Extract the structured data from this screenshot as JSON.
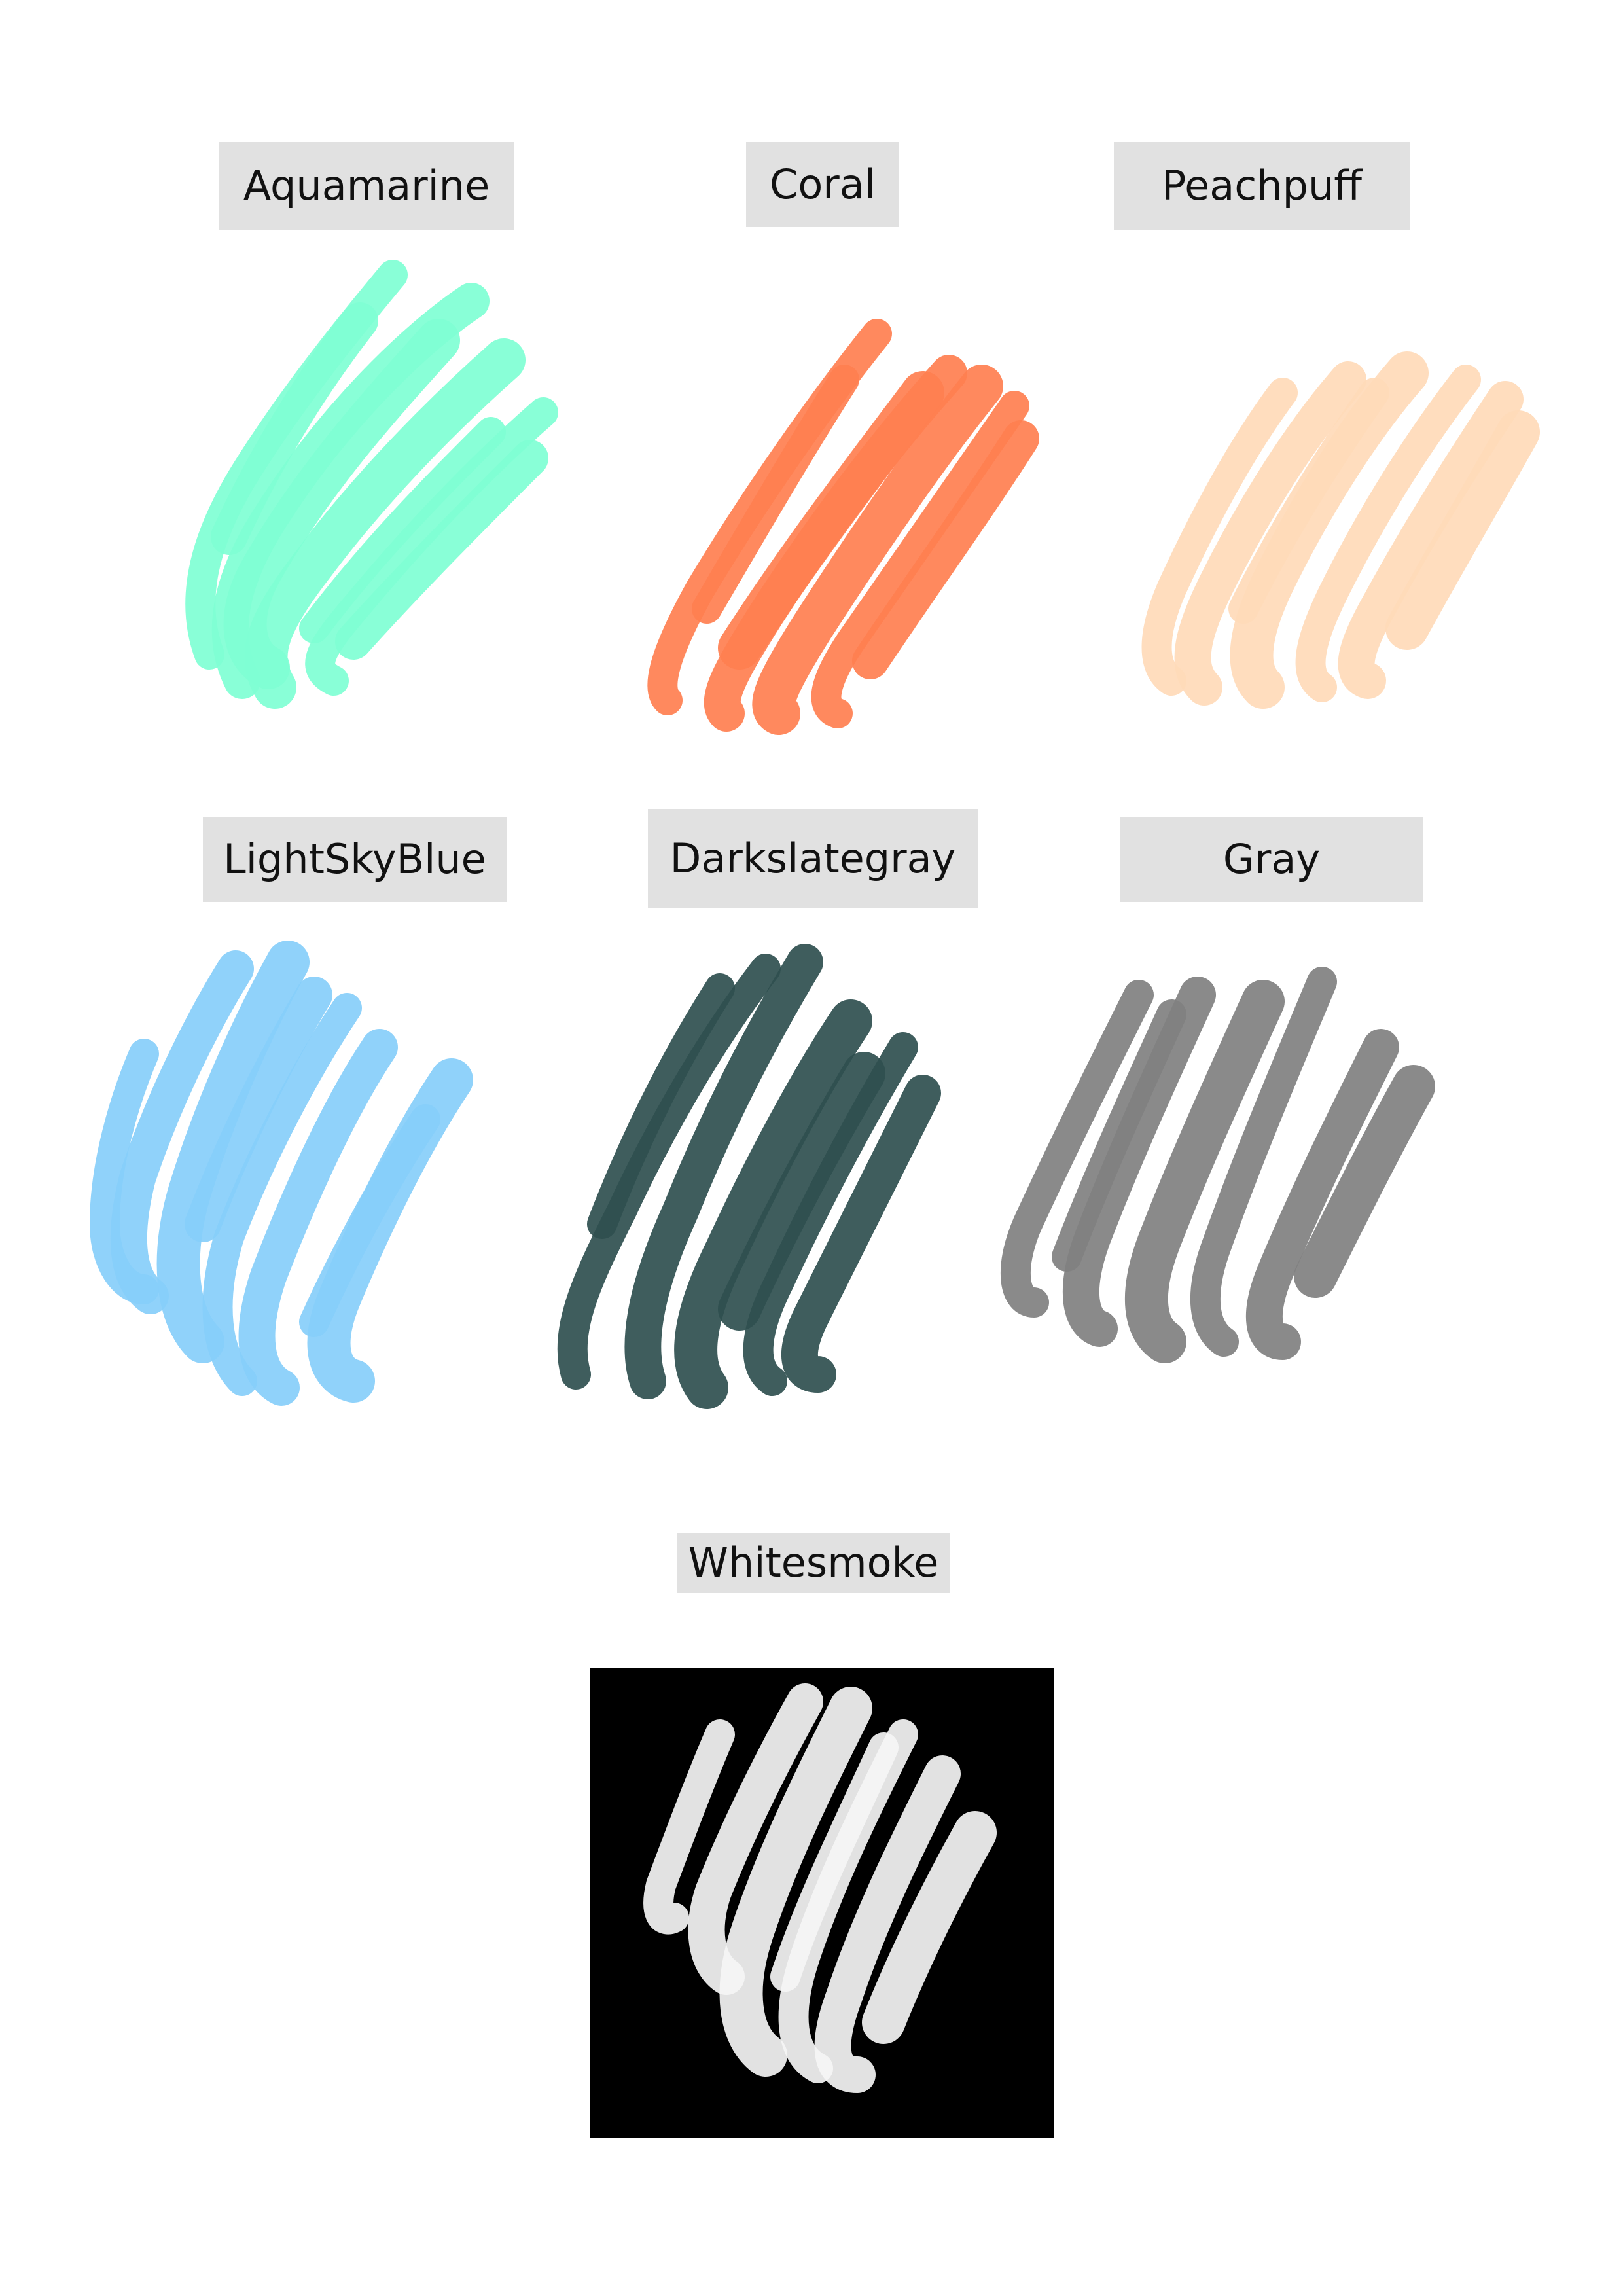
{
  "swatches": [
    {
      "label": "Aquamarine",
      "color": "#7fffd4"
    },
    {
      "label": "Coral",
      "color": "#ff7f50"
    },
    {
      "label": "Peachpuff",
      "color": "#ffdab9"
    },
    {
      "label": "LightSkyBlue",
      "color": "#87cefa"
    },
    {
      "label": "Darkslategray",
      "color": "#2f4f4f"
    },
    {
      "label": "Gray",
      "color": "#808080"
    },
    {
      "label": "Whitesmoke",
      "color": "#f5f5f5",
      "backdrop": "#000000"
    }
  ]
}
